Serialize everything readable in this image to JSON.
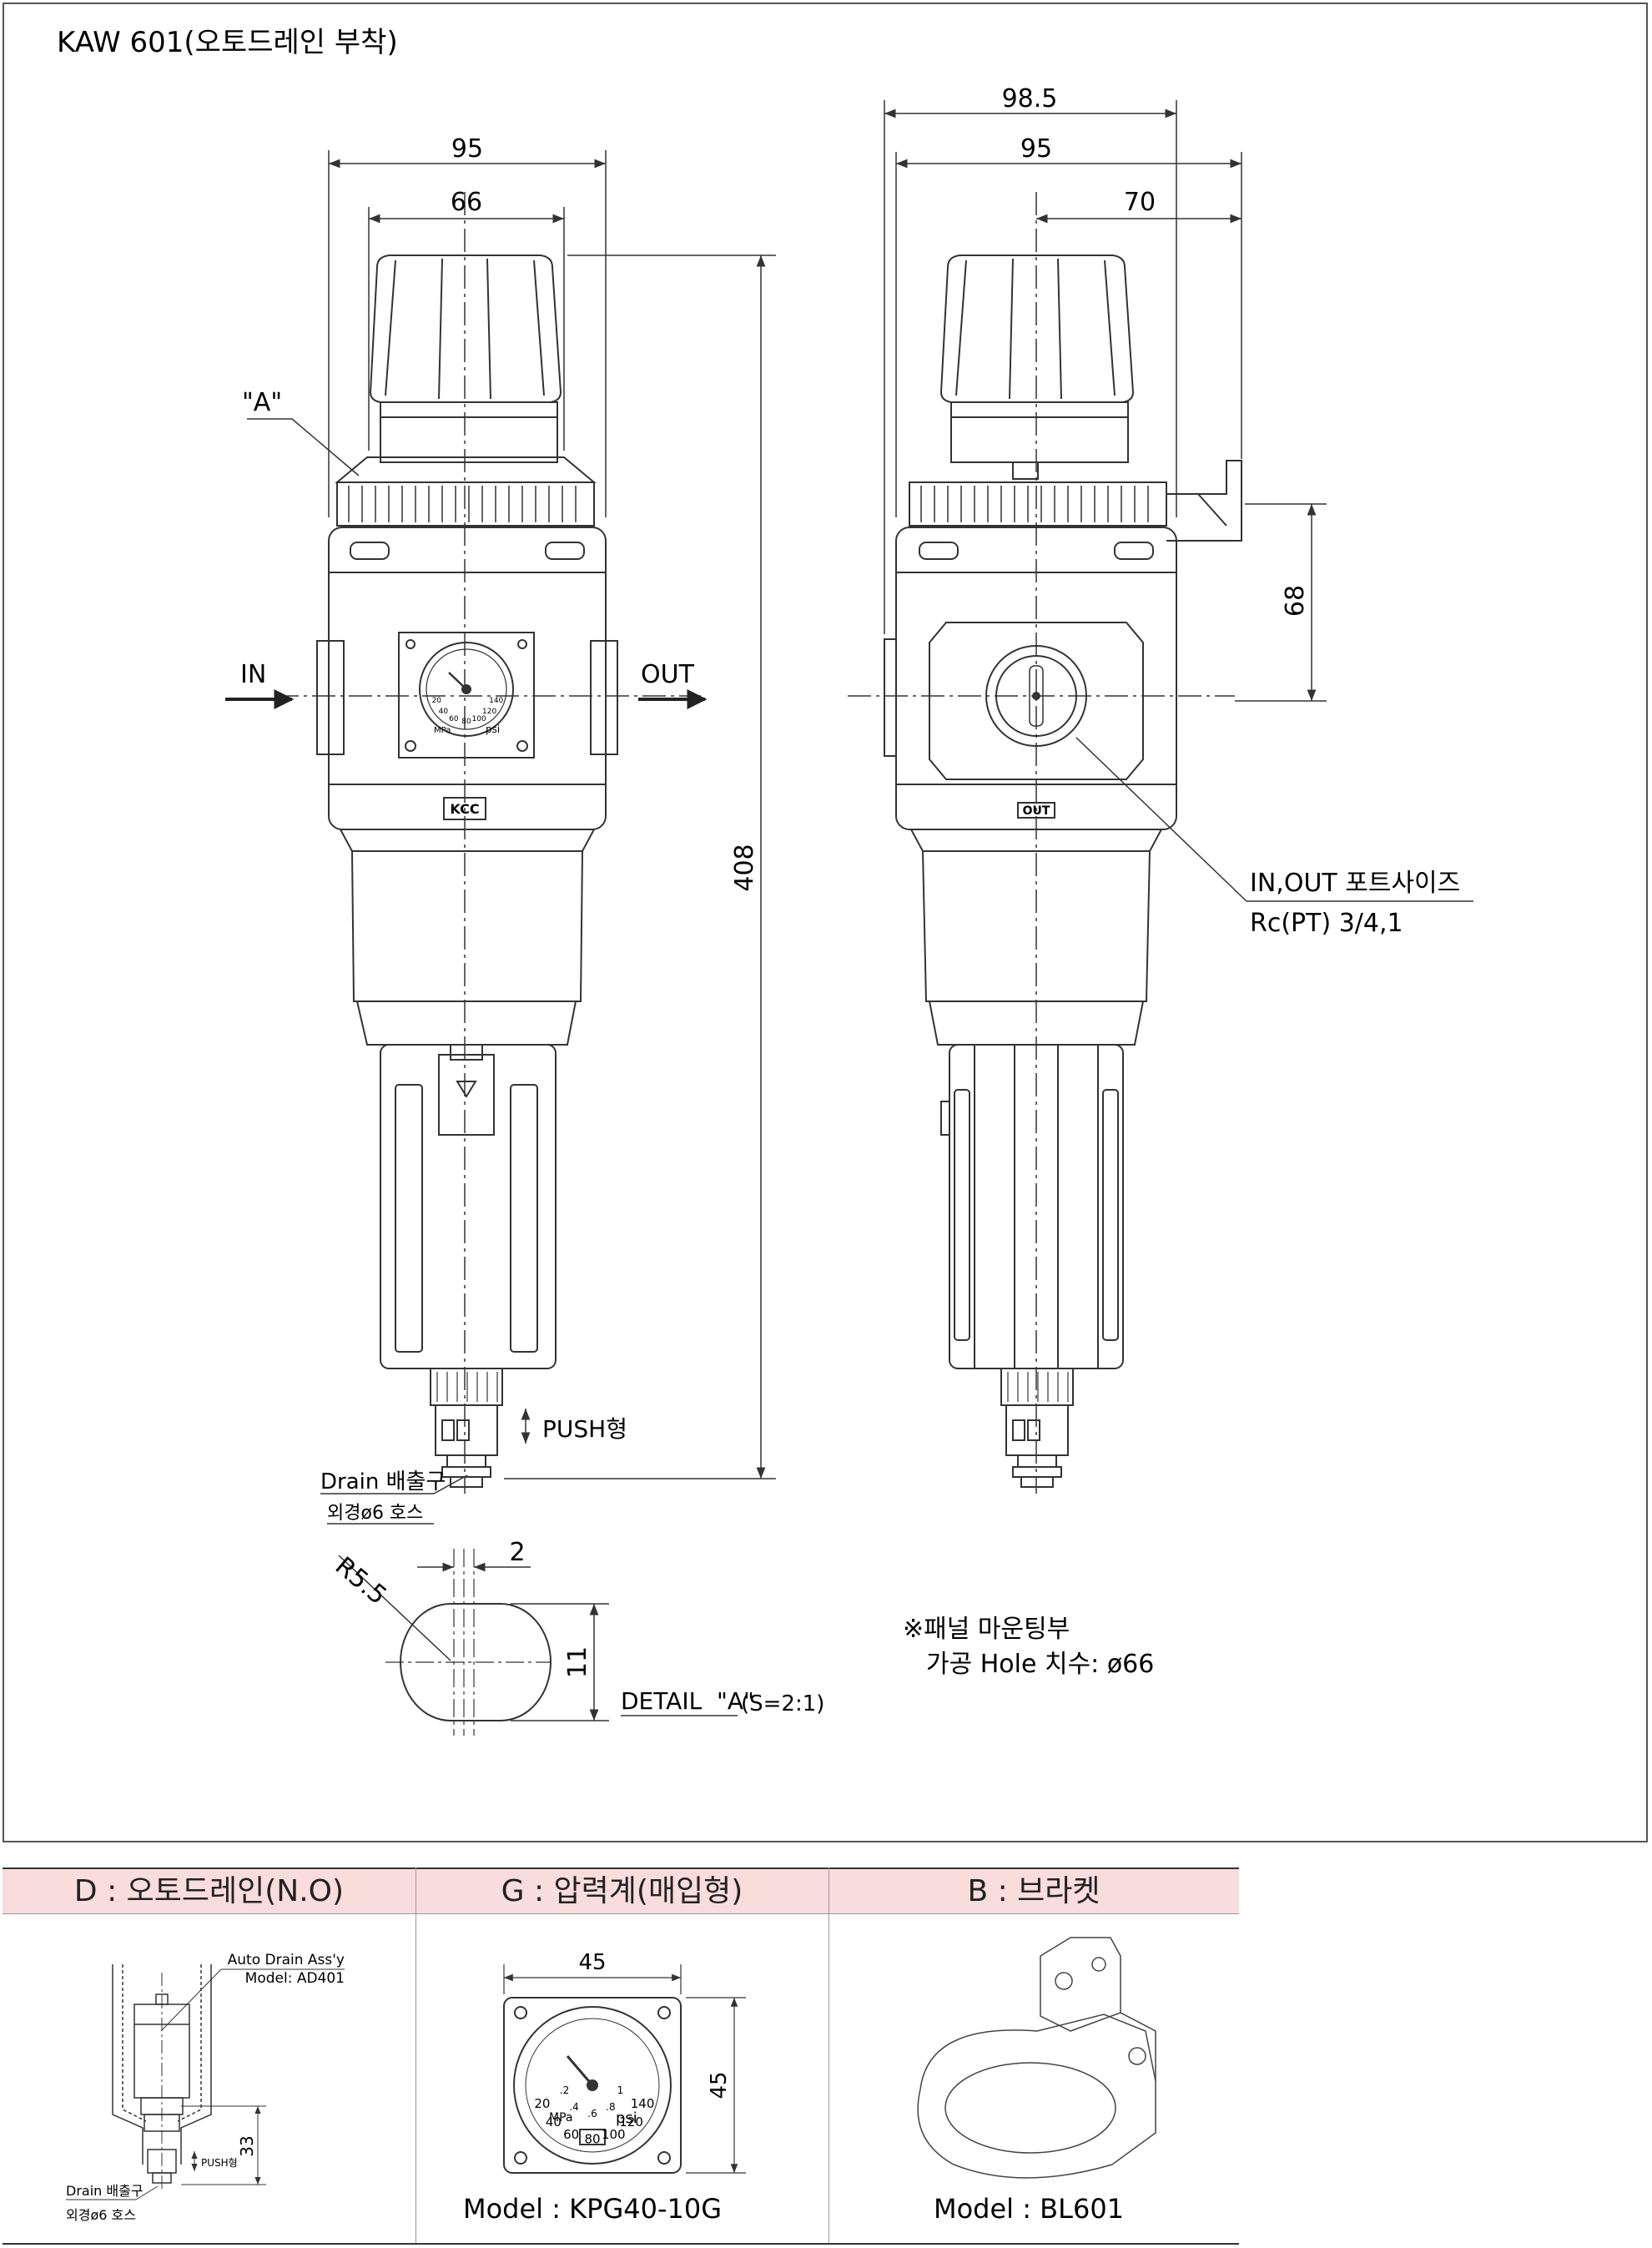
{
  "title": "KAW 601(오토드레인 부착)",
  "dimensions": {
    "front_width_outer": "95",
    "front_width_inner": "66",
    "side_width_total": "98.5",
    "side_width_body": "95",
    "side_width_bracket": "70",
    "bracket_height": "68",
    "overall_height": "408",
    "detail_radius": "R5.5",
    "detail_slot": "2",
    "detail_height": "11"
  },
  "labels": {
    "detail_ref": "\"A\"",
    "inlet": "IN",
    "outlet": "OUT",
    "push_type": "PUSH형",
    "drain_outlet": "Drain 배출구",
    "drain_hose": "외경ø6 호스",
    "port_size_title": "IN,OUT 포트사이즈",
    "port_size_value": "Rc(PT) 3/4,1",
    "detail_caption": "DETAIL  \"A\"",
    "detail_scale": "(S=2:1)",
    "panel_note_1": "※패널 마운팅부",
    "panel_note_2": "가공 Hole 치수: ø66",
    "side_out_badge": "OUT",
    "brand_badge": "KCC"
  },
  "gauge": {
    "unit_mpa": "MPa",
    "unit_psi": "psi",
    "psi_ticks": [
      "20",
      "40",
      "60",
      "80",
      "100",
      "120",
      "140"
    ],
    "mpa_ticks": [
      ".2",
      ".4",
      ".6",
      ".8",
      "1"
    ]
  },
  "options": [
    {
      "header": "D : 오토드레인(N.O)",
      "callout_1": "Auto Drain Ass'y",
      "callout_2": "Model: AD401",
      "push": "PUSH형",
      "dim": "33",
      "drain_1": "Drain 배출구",
      "drain_2": "외경ø6 호스"
    },
    {
      "header": "G : 압력계(매입형)",
      "dim_w": "45",
      "dim_h": "45",
      "model": "Model : KPG40-10G"
    },
    {
      "header": "B : 브라켓",
      "model": "Model : BL601"
    }
  ]
}
